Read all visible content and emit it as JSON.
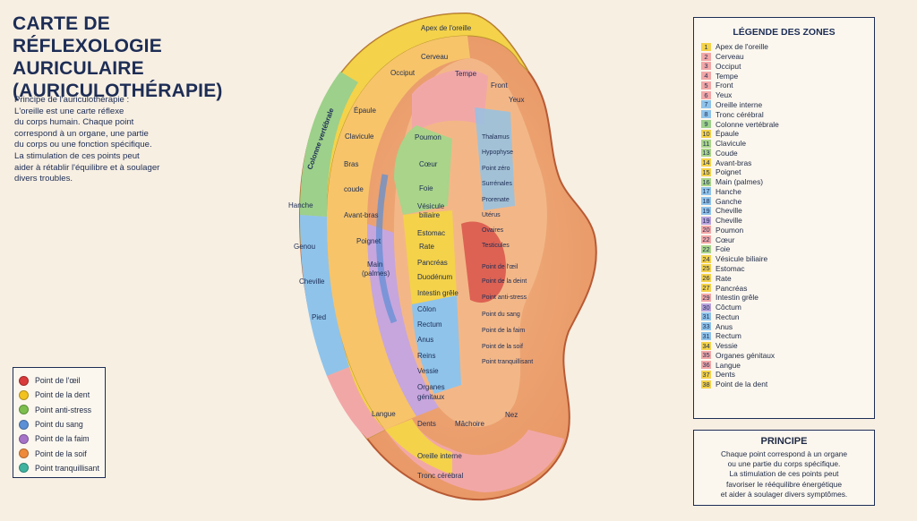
{
  "title_lines": [
    "CARTE DE RÉFLEXOLOGIE",
    "AURICULAIRE",
    "(AURICULOTHÉRAPIE)"
  ],
  "intro_lines": [
    "Principe de l'auriculothérapie :",
    "L'oreille est une carte réflexe",
    "du corps humain. Chaque point",
    "correspond à un organe, une partie",
    "du corps ou une fonction spécifique.",
    "La stimulation de ces points peut",
    "aider à rétablir l'équilibre et à soulager",
    "divers troubles."
  ],
  "point_legend": [
    {
      "label": "Point de l'œil",
      "color": "#d93a3a"
    },
    {
      "label": "Point de la dent",
      "color": "#f2c21f"
    },
    {
      "label": "Point anti-stress",
      "color": "#7cbf4e"
    },
    {
      "label": "Point du sang",
      "color": "#5b8fd6"
    },
    {
      "label": "Point de la faim",
      "color": "#a673c9"
    },
    {
      "label": "Point de la soif",
      "color": "#ee8a3a"
    },
    {
      "label": "Point tranquillisant",
      "color": "#3fb3a0"
    }
  ],
  "legend": {
    "title": "LÉGENDE DES ZONES",
    "items": [
      {
        "num": "1",
        "label": "Apex de l'oreille",
        "color": "#f4d24a"
      },
      {
        "num": "2",
        "label": "Cerveau",
        "color": "#f2a7a7"
      },
      {
        "num": "3",
        "label": "Occiput",
        "color": "#f2a7a7"
      },
      {
        "num": "4",
        "label": "Tempe",
        "color": "#f2a7a7"
      },
      {
        "num": "5",
        "label": "Front",
        "color": "#f2a7a7"
      },
      {
        "num": "6",
        "label": "Yeux",
        "color": "#f2a7a7"
      },
      {
        "num": "7",
        "label": "Oreille interne",
        "color": "#8fc3ea"
      },
      {
        "num": "8",
        "label": "Tronc cérébral",
        "color": "#8fc3ea"
      },
      {
        "num": "9",
        "label": "Colonne vertébrale",
        "color": "#9dd08a"
      },
      {
        "num": "10",
        "label": "Épaule",
        "color": "#f4d24a"
      },
      {
        "num": "11",
        "label": "Clavicule",
        "color": "#a9d48a"
      },
      {
        "num": "13",
        "label": "Coude",
        "color": "#a9d48a"
      },
      {
        "num": "14",
        "label": "Avant-bras",
        "color": "#f4d24a"
      },
      {
        "num": "15",
        "label": "Poignet",
        "color": "#f4d24a"
      },
      {
        "num": "16",
        "label": "Main (palmes)",
        "color": "#a9d48a"
      },
      {
        "num": "17",
        "label": "Hanche",
        "color": "#8fc3ea"
      },
      {
        "num": "18",
        "label": "Ganche",
        "color": "#8fc3ea"
      },
      {
        "num": "19",
        "label": "Cheville",
        "color": "#8fc3ea"
      },
      {
        "num": "19",
        "label": "Cheville",
        "color": "#b9a3dc"
      },
      {
        "num": "20",
        "label": "Poumon",
        "color": "#f2a7a7"
      },
      {
        "num": "22",
        "label": "Cœur",
        "color": "#f2a7a7"
      },
      {
        "num": "22",
        "label": "Foie",
        "color": "#a9d48a"
      },
      {
        "num": "24",
        "label": "Vésicule biliaire",
        "color": "#f4d24a"
      },
      {
        "num": "25",
        "label": "Estomac",
        "color": "#f4d24a"
      },
      {
        "num": "26",
        "label": "Rate",
        "color": "#f4d24a"
      },
      {
        "num": "27",
        "label": "Pancréas",
        "color": "#f4d24a"
      },
      {
        "num": "29",
        "label": "Intestin grêle",
        "color": "#f2a7a7"
      },
      {
        "num": "30",
        "label": "Côctum",
        "color": "#b9a3dc"
      },
      {
        "num": "31",
        "label": "Rectun",
        "color": "#8fc3ea"
      },
      {
        "num": "33",
        "label": "Anus",
        "color": "#8fc3ea"
      },
      {
        "num": "31",
        "label": "Rectum",
        "color": "#8fc3ea"
      },
      {
        "num": "34",
        "label": "Vessie",
        "color": "#f4d24a"
      },
      {
        "num": "35",
        "label": "Organes génitaux",
        "color": "#f2a7a7"
      },
      {
        "num": "36",
        "label": "Langue",
        "color": "#f2a7a7"
      },
      {
        "num": "37",
        "label": "Dents",
        "color": "#f4d24a"
      },
      {
        "num": "38",
        "label": "Point de la dent",
        "color": "#f4d24a"
      }
    ]
  },
  "principe": {
    "title": "PRINCIPE",
    "lines": [
      "Chaque point correspond à un organe",
      "ou une partie du corps spécifique.",
      "La stimulation de ces points peut",
      "favoriser le rééquilibre énergétique",
      "et aider à soulager divers symptômes."
    ]
  },
  "ear_labels": {
    "apex": "Apex de l'oreille",
    "colonne": "Colonne vertébrale",
    "occiput": "Occiput",
    "cerveau": "Cerveau",
    "tempe": "Tempe",
    "front": "Front",
    "yeux": "Yeux",
    "epaule": "Épaule",
    "clavicule": "Clavicule",
    "bras": "Bras",
    "coude": "coude",
    "avant_bras": "Avant-bras",
    "poignet": "Poignet",
    "main1": "Main",
    "main2": "(palmes)",
    "hanche": "Hanche",
    "genou": "Genou",
    "cheville": "Cheville",
    "pied": "Pied",
    "langue": "Langue",
    "poumon": "Poumon",
    "coeur": "Cœur",
    "foie": "Foie",
    "vesicule1": "Vésicule",
    "vesicule2": "biliaire",
    "estomac": "Estomac",
    "rate": "Rate",
    "pancreas": "Pancréas",
    "duodenum": "Duodénum",
    "intestin": "Intestin grêle",
    "colon": "Côlon",
    "rectum": "Rectum",
    "anus": "Anus",
    "reins": "Reins",
    "vessie": "Vessie",
    "organes1": "Organes",
    "organes2": "génitaux",
    "thalamus": "Thalamus",
    "hypophyse": "Hypophyse",
    "point_zero": "Point zéro",
    "surrenales": "Surrénales",
    "prorenate": "Prorenate",
    "uterus": "Utérus",
    "ovaires": "Ovaires",
    "testicules": "Testicules",
    "p_oeil": "Point de l'œil",
    "p_dent": "Point de la deint",
    "p_antistress": "Point anti-stress",
    "p_sang": "Point du sang",
    "p_faim": "Point de la faim",
    "p_soif": "Point de la soif",
    "p_tranq": "Point tranquillisant",
    "dents": "Dents",
    "machoire": "Mâchoire",
    "nez": "Nez",
    "oreille_interne": "Oreille interne",
    "tronc": "Tronc cérébral"
  }
}
